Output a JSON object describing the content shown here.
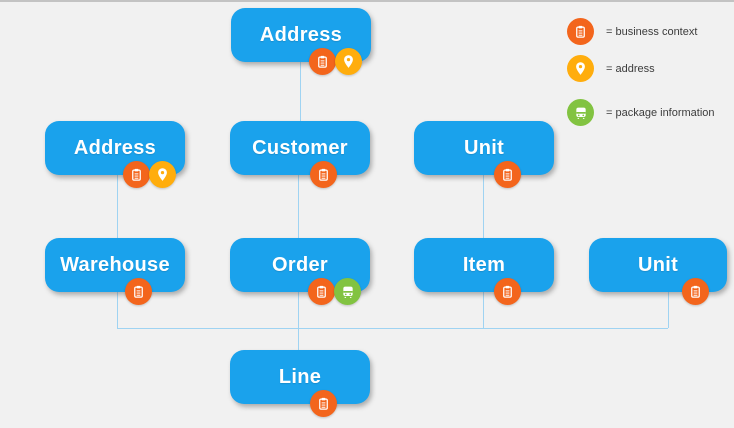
{
  "diagram": {
    "title_hint": "entity relationship diagram",
    "colors": {
      "background": "#f1f1f1",
      "node_fill": "#1aa2ec",
      "node_text": "#ffffff",
      "connector": "#9fd3f2",
      "business_context_badge": "#f3651c",
      "address_badge": "#ffad0d",
      "package_information_badge": "#82c341"
    },
    "nodes": [
      {
        "id": "address-top",
        "label": "Address",
        "badges": [
          "business-context",
          "address"
        ]
      },
      {
        "id": "address-left",
        "label": "Address",
        "badges": [
          "business-context",
          "address"
        ]
      },
      {
        "id": "customer",
        "label": "Customer",
        "badges": [
          "business-context"
        ]
      },
      {
        "id": "unit-middle",
        "label": "Unit",
        "badges": [
          "business-context"
        ]
      },
      {
        "id": "warehouse",
        "label": "Warehouse",
        "badges": [
          "business-context"
        ]
      },
      {
        "id": "order",
        "label": "Order",
        "badges": [
          "business-context",
          "package-information"
        ]
      },
      {
        "id": "item",
        "label": "Item",
        "badges": [
          "business-context"
        ]
      },
      {
        "id": "unit-right",
        "label": "Unit",
        "badges": [
          "business-context"
        ]
      },
      {
        "id": "line",
        "label": "Line",
        "badges": [
          "business-context"
        ]
      }
    ],
    "edges": [
      {
        "from": "address-top",
        "to": "customer"
      },
      {
        "from": "address-left",
        "to": "warehouse"
      },
      {
        "from": "customer",
        "to": "order"
      },
      {
        "from": "unit-middle",
        "to": "item"
      },
      {
        "from": "warehouse",
        "to": "line"
      },
      {
        "from": "order",
        "to": "line"
      },
      {
        "from": "item",
        "to": "line"
      },
      {
        "from": "unit-right",
        "to": "line"
      }
    ],
    "legend": {
      "items": [
        {
          "icon": "business-context-icon",
          "label": "= business context"
        },
        {
          "icon": "address-icon",
          "label": "= address"
        },
        {
          "icon": "package-information-icon",
          "label": "= package information"
        }
      ]
    }
  }
}
